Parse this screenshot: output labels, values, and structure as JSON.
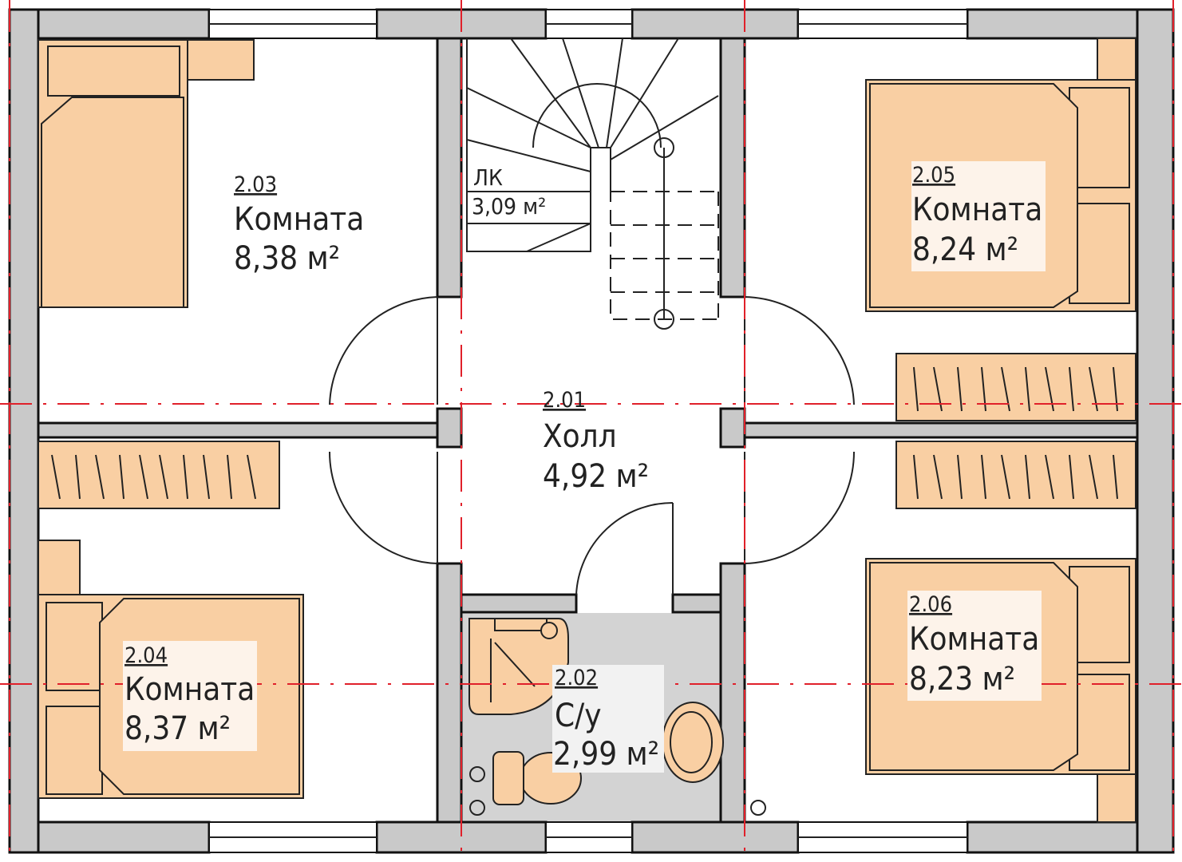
{
  "rooms": {
    "r203": {
      "number": "2.03",
      "name": "Комната",
      "area": "8,38 м²"
    },
    "r204": {
      "number": "2.04",
      "name": "Комната",
      "area": "8,37 м²"
    },
    "r205": {
      "number": "2.05",
      "name": "Комната",
      "area": "8,24 м²"
    },
    "r206": {
      "number": "2.06",
      "name": "Комната",
      "area": "8,23 м²"
    },
    "r201": {
      "number": "2.01",
      "name": "Холл",
      "area": "4,92 м²"
    },
    "r202": {
      "number": "2.02",
      "name": "С/у",
      "area": "2,99 м²"
    },
    "stair": {
      "name": "ЛК",
      "area": "3,09 м²"
    }
  },
  "colors": {
    "wall": "#c9c9c9",
    "furniture": "#f9cfa3",
    "axis": "#e0202a",
    "bathroom_floor": "#d3d3d3"
  }
}
